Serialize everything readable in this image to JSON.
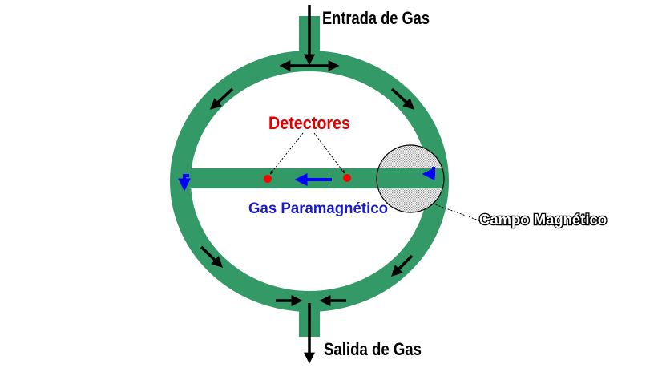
{
  "labels": {
    "inlet": "Entrada de Gas",
    "outlet": "Salida de Gas",
    "detectors": "Detectores",
    "paramagnetic_gas": "Gas Paramagnético",
    "magnetic_field": "Campo Magnético"
  },
  "colors": {
    "tube": "#339966",
    "arrow_black": "#000000",
    "arrow_blue": "#0000ff",
    "detector_dot": "#ff0000",
    "detector_label": "#e00000",
    "gas_label": "#1a1acc",
    "field_label": "#ffffff",
    "field_stipple": "#9a9a9a"
  }
}
